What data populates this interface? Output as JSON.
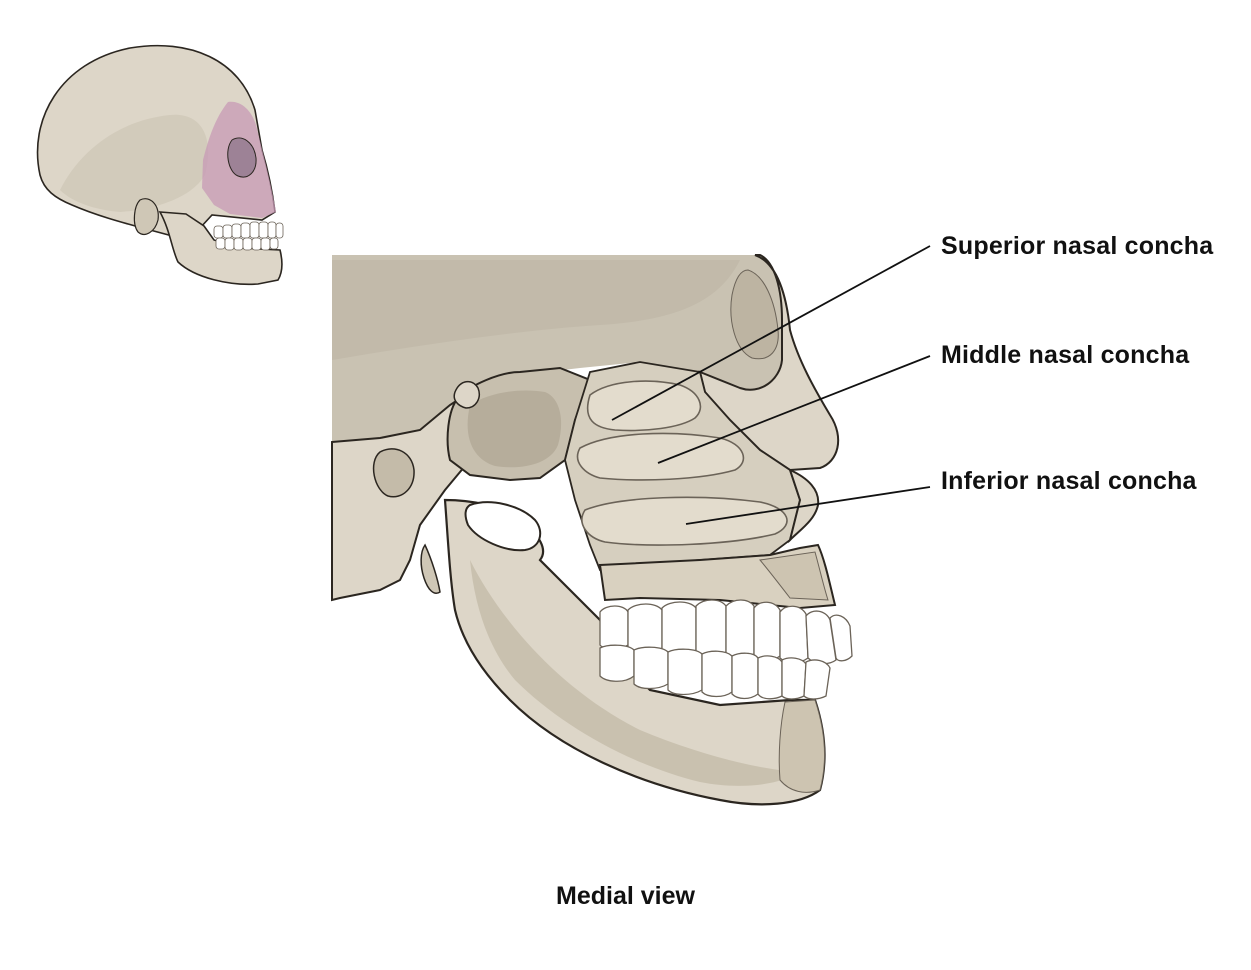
{
  "labels": {
    "superior": "Superior nasal concha",
    "middle": "Middle nasal concha",
    "inferior": "Inferior nasal concha"
  },
  "caption": "Medial view",
  "colors": {
    "bone": "#ddd6c8",
    "bone_shadow": "#c2b9a7",
    "cranial_cavity": "#c9c2b2",
    "outline": "#2b2620",
    "teeth": "#ffffff",
    "highlight_region": "#c79ab6",
    "leader_line": "#111111"
  },
  "icons": {
    "thumbnail": "skull-lateral-thumbnail-icon",
    "main": "skull-medial-section-illustration"
  }
}
